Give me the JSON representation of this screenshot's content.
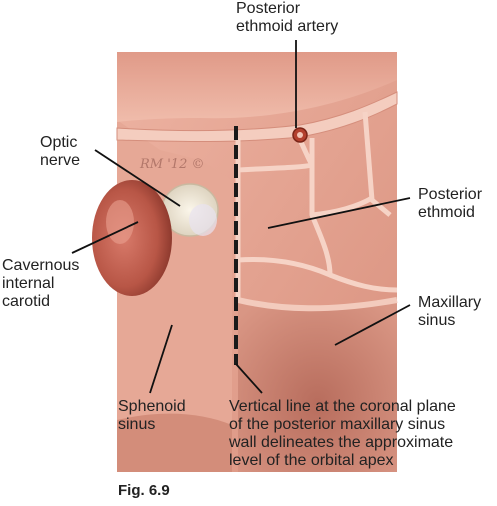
{
  "figure_label": "Fig. 6.9",
  "signature": "RM '12 ©",
  "labels": {
    "posterior_ethmoid_artery": [
      "Posterior",
      "ethmoid artery"
    ],
    "optic_nerve": [
      "Optic",
      "nerve"
    ],
    "posterior_ethmoid": [
      "Posterior",
      "ethmoid"
    ],
    "cavernous_internal_carotid": [
      "Cavernous",
      "internal",
      "carotid"
    ],
    "maxillary_sinus": [
      "Maxillary",
      "sinus"
    ],
    "sphenoid_sinus": [
      "Sphenoid",
      "sinus"
    ],
    "coronal_plane_note": [
      "Vertical line at the coronal plane",
      "of the posterior maxillary sinus",
      "wall delineates the approximate",
      "level of the orbital apex"
    ]
  },
  "colors": {
    "tissue_base": "#e8a796",
    "tissue_light": "#f2c4b5",
    "tissue_dark": "#c9826f",
    "septa": "#f6d3c6",
    "artery": "#b3402e",
    "nerve": "#f3ecd9",
    "dashed_line": "#1a1a1a",
    "leader_line": "#111111"
  }
}
